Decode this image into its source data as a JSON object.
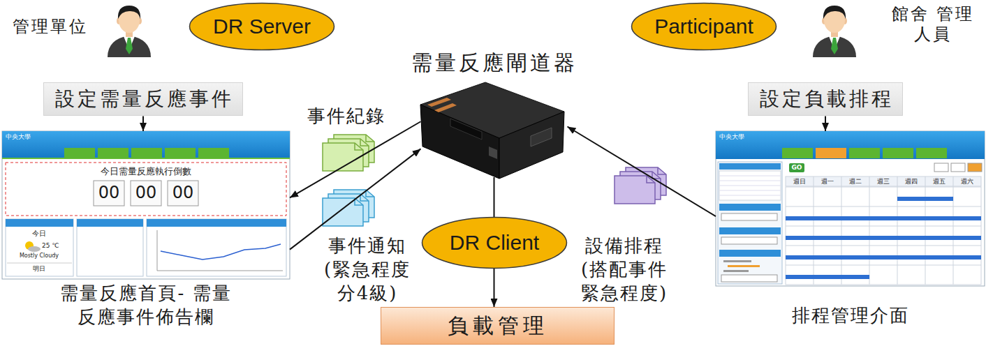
{
  "diagram": {
    "nodes": [
      {
        "text": [
          "DR Server"
        ]
      },
      {
        "text": [
          "設定需量反應事件"
        ]
      },
      {
        "text": [
          "需量反應首頁- 需量反應事件佈告欄"
        ]
      },
      {
        "text": [
          "需量反應閘道器"
        ]
      },
      {
        "text": [
          "Participant"
        ]
      },
      {
        "text": [
          "設定負載排程"
        ]
      },
      {
        "text": [
          "排程管理介面"
        ]
      },
      {
        "text": [
          "DR Client"
        ]
      },
      {
        "text": [
          "負載管理"
        ]
      }
    ],
    "edges": [
      {
        "from": 1,
        "to": 2,
        "arrow": "to"
      },
      {
        "from": 3,
        "to": 2,
        "label": "事件紀錄",
        "arrow": "to"
      },
      {
        "from": 2,
        "to": 3,
        "label": "事件通知 (緊急程度 分4級)",
        "arrow": "to"
      },
      {
        "from": 6,
        "to": 3,
        "label": "設備排程 (搭配事件 緊急程度)",
        "arrow": "to"
      },
      {
        "from": 3,
        "to": 8,
        "arrow": "to"
      },
      {
        "from": 5,
        "to": 6,
        "arrow": "to"
      }
    ],
    "labels": [
      "管理單位",
      "館舍 管理人員",
      "中央大學",
      "今日需量反應執行倒數",
      "00",
      "00",
      "00",
      "今日",
      "25 ℃",
      "Mostly Cloudy",
      "明日",
      "中央大學",
      "GO",
      "週日",
      "週一",
      "週二",
      "週三",
      "週四",
      "週五",
      "週六"
    ]
  }
}
